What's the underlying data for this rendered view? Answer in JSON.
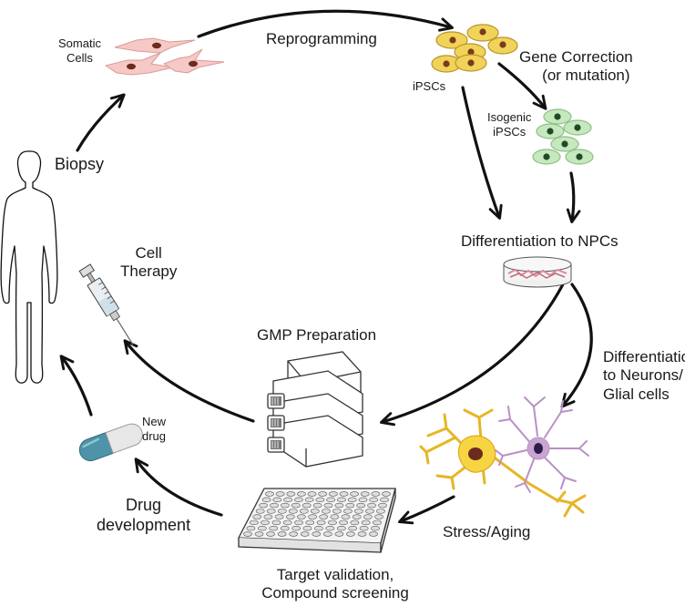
{
  "labels": {
    "somatic_cells": [
      "Somatic",
      "Cells"
    ],
    "reprogramming": "Reprogramming",
    "ipscs": "iPSCs",
    "gene_correction": [
      "Gene Correction",
      "(or mutation)"
    ],
    "isogenic_ipscs": [
      "Isogenic",
      "iPSCs"
    ],
    "biopsy": "Biopsy",
    "differentiation_npcs": "Differentiation to NPCs",
    "cell_therapy": [
      "Cell",
      "Therapy"
    ],
    "gmp_preparation": "GMP Preparation",
    "differentiation_neurons": [
      "Differentiation",
      "to Neurons/",
      "Glial cells"
    ],
    "new_drug": [
      "New",
      "drug"
    ],
    "drug_development": [
      "Drug",
      "development"
    ],
    "stress_aging": "Stress/Aging",
    "target_validation": [
      "Target validation,",
      "Compound screening"
    ]
  },
  "colors": {
    "somatic_fill": "#f6c9c6",
    "somatic_nucleus": "#6b2b1d",
    "ipsc_fill": "#f2d35a",
    "ipsc_nucleus": "#7a3a1c",
    "isogenic_fill": "#c6e8be",
    "isogenic_nucleus": "#1e4a24",
    "neuron_fill": "#f7d442",
    "glia_fill": "#c8a5d3",
    "glia_nucleus": "#2e1d49",
    "dish_cells": "#d88a9a",
    "arrow": "#111111",
    "capsule_blue": "#4e93a8",
    "capsule_white": "#e7e7e7"
  }
}
